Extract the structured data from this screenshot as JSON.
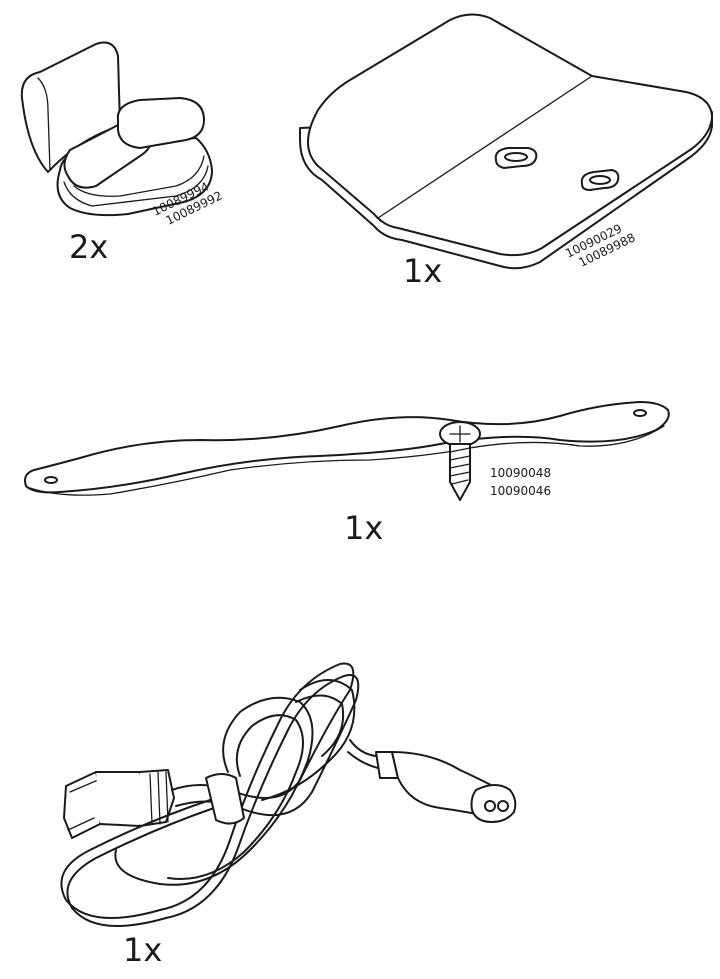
{
  "parts": [
    {
      "id": "clip",
      "quantity": "2x",
      "part_numbers": [
        "10089994",
        "10089992"
      ]
    },
    {
      "id": "plate",
      "quantity": "1x",
      "part_numbers": [
        "10090029",
        "10089988"
      ]
    },
    {
      "id": "strap",
      "quantity": "1x",
      "part_numbers": [
        "10090048",
        "10090046"
      ]
    },
    {
      "id": "cable",
      "quantity": "1x",
      "part_numbers": []
    }
  ]
}
